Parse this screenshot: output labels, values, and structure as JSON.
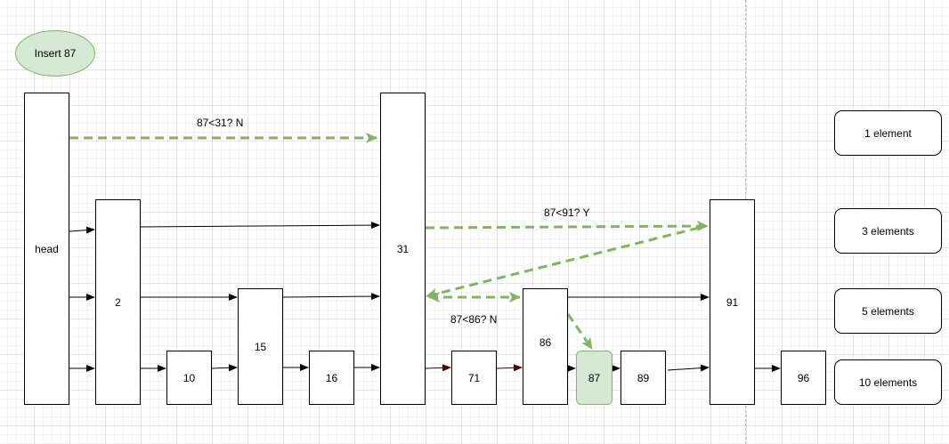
{
  "title": "Insert 87",
  "nodes": {
    "head": "head",
    "n2": "2",
    "n10": "10",
    "n15": "15",
    "n16": "16",
    "n31": "31",
    "n71": "71",
    "n86": "86",
    "n87": "87",
    "n89": "89",
    "n91": "91",
    "n96": "96"
  },
  "comparisons": {
    "c1": "87<31? N",
    "c2": "87<91? Y",
    "c3": "87<86? N"
  },
  "legend": [
    "1 element",
    "3 elements",
    "5 elements",
    "10 elements"
  ],
  "colors": {
    "search_path": "#82b366",
    "highlight_fill": "#d5e8d4",
    "arrow": "#000000",
    "arrow_dark_red": "#4a0000"
  }
}
